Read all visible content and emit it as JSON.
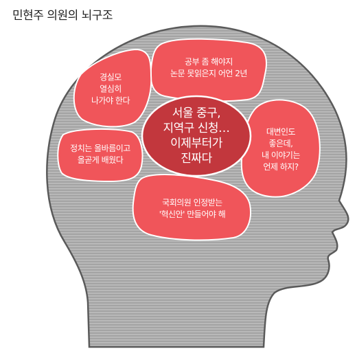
{
  "title": "민현주 의원의 뇌구조",
  "colors": {
    "head_fill": "#a4a4a4",
    "head_stroke": "#5a5a5a",
    "stripe": "#bdbdbd",
    "region": "#f0555a",
    "center": "#c2373d",
    "region_stroke": "#ffffff"
  },
  "regions": [
    {
      "id": "top-right",
      "text": "공부 좀 해야지\n논문 못읽은지 어언 2년"
    },
    {
      "id": "top-left",
      "text": "경실모\n열심히\n나가야 한다"
    },
    {
      "id": "left",
      "text": "정치는 올바름이고\n올곧게 배웠다"
    },
    {
      "id": "right",
      "text": "대변인도\n좋은데,\n내 이야기는\n언제 하지?"
    },
    {
      "id": "bottom",
      "text": "국회의원 인정받는\n'혁신안' 만들어야 해"
    },
    {
      "id": "center",
      "text": "서울 중구,\n지역구 신청…\n이제부터가\n진짜다"
    }
  ]
}
